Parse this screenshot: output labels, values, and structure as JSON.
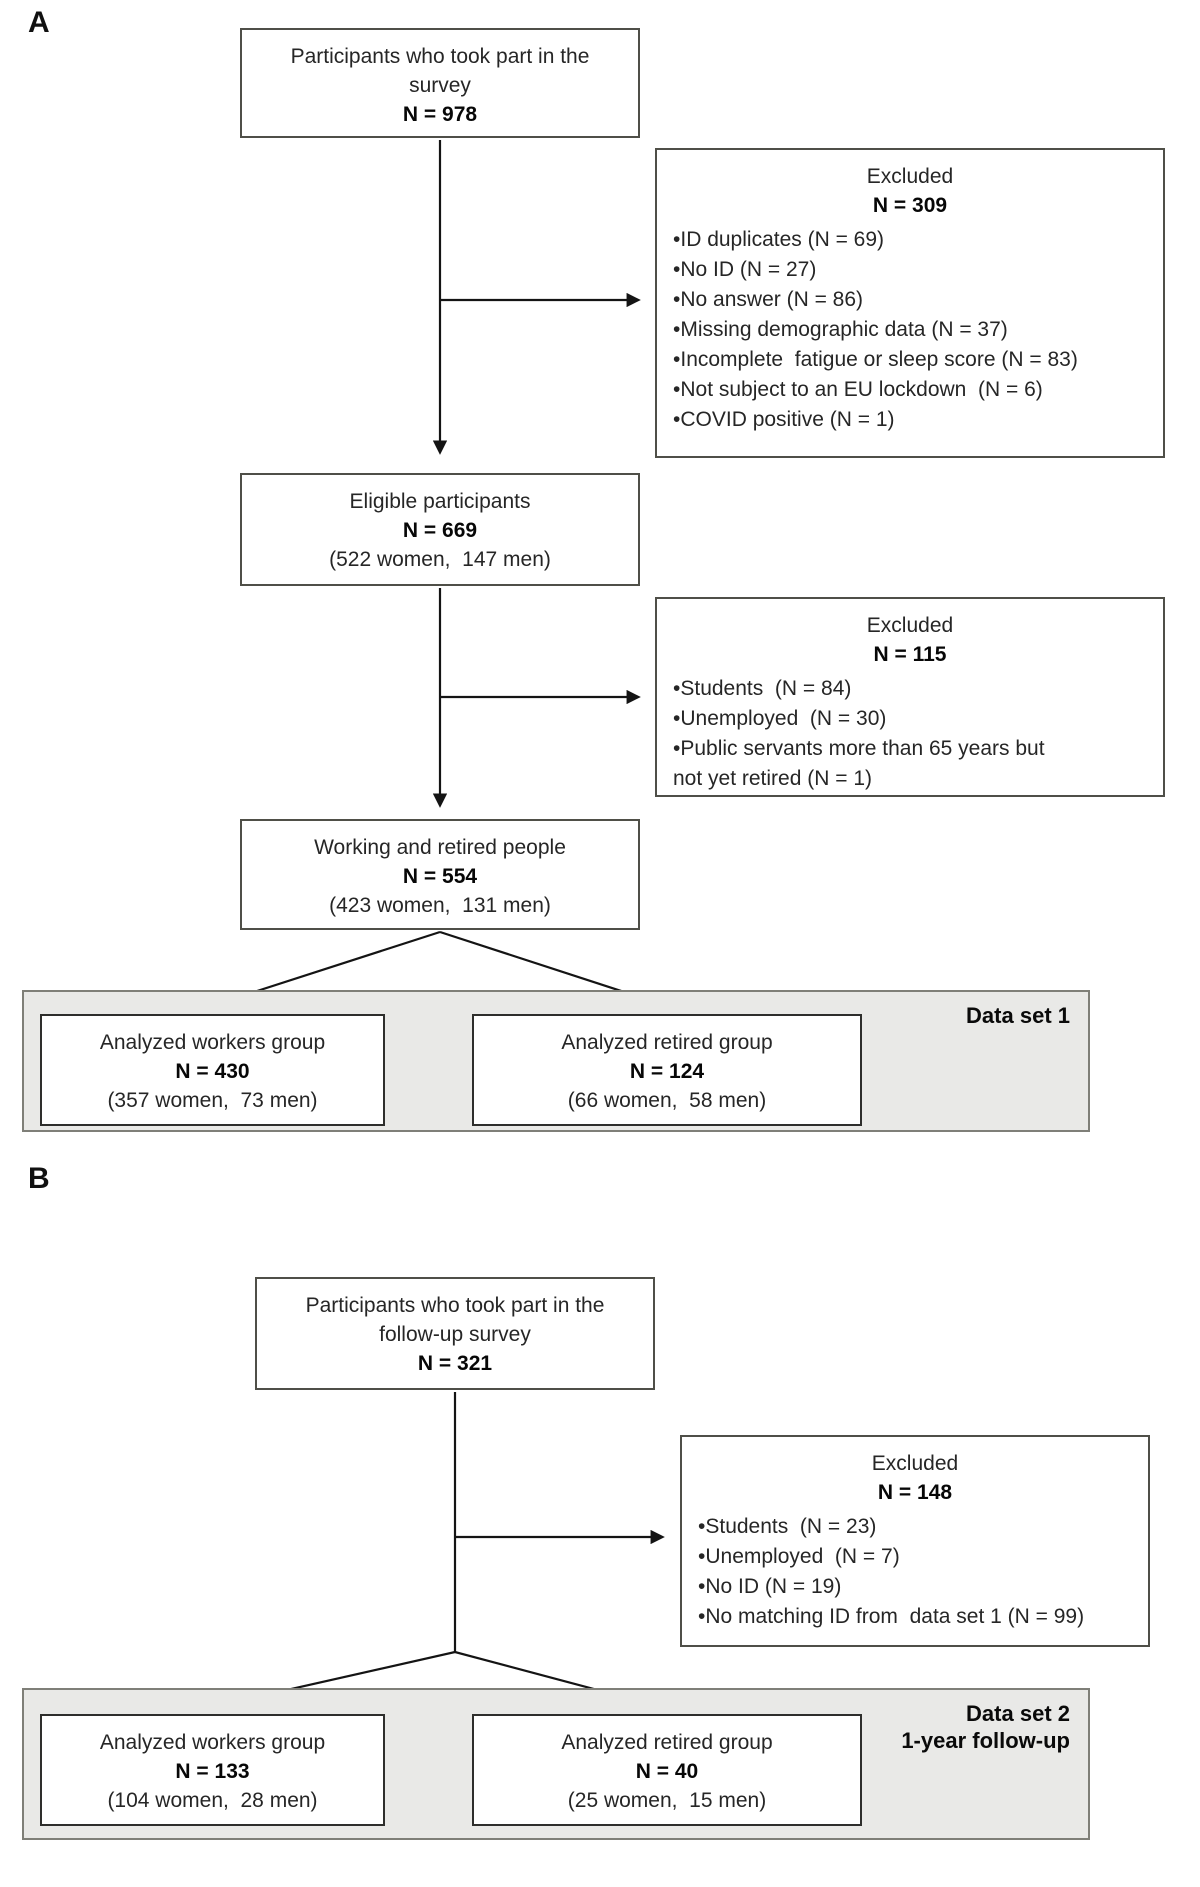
{
  "colors": {
    "box_border": "#4f4f48",
    "inner_border": "#2e2e2c",
    "gray_fill": "#e9e9e7",
    "gray_border": "#7f7f78",
    "arrow": "#141414"
  },
  "panel_a": {
    "label": "A",
    "top_box": {
      "line1": "Participants who took part in the",
      "line2": "survey",
      "n": "N = 978"
    },
    "excluded_1": {
      "title": "Excluded",
      "n": "N = 309",
      "items": [
        "ID duplicates (N = 69)",
        "No ID (N = 27)",
        "No answer (N = 86)",
        "Missing demographic data (N = 37)",
        "Incomplete  fatigue or sleep score (N = 83)",
        "Not subject to an EU lockdown  (N = 6)",
        "COVID positive (N = 1)"
      ]
    },
    "eligible_box": {
      "line1": "Eligible participants",
      "n": "N = 669",
      "line3": "(522 women,  147 men)"
    },
    "excluded_2": {
      "title": "Excluded",
      "n": "N = 115",
      "items": [
        "Students  (N = 84)",
        "Unemployed  (N = 30)",
        "Public servants more than 65 years but not yet retired (N = 1)"
      ]
    },
    "working_box": {
      "line1": "Working and retired people",
      "n": "N = 554",
      "line3": "(423 women,  131 men)"
    },
    "dataset_box": {
      "label": "Data set 1",
      "workers": {
        "line1": "Analyzed workers group",
        "n": "N = 430",
        "line3": "(357 women,  73 men)"
      },
      "retired": {
        "line1": "Analyzed retired group",
        "n": "N = 124",
        "line3": "(66 women,  58 men)"
      }
    }
  },
  "panel_b": {
    "label": "B",
    "top_box": {
      "line1": "Participants who took part in the",
      "line2": "follow-up survey",
      "n": "N = 321"
    },
    "excluded_1": {
      "title": "Excluded",
      "n": "N = 148",
      "items": [
        "Students  (N = 23)",
        "Unemployed  (N = 7)",
        "No ID (N = 19)",
        "No matching ID from  data set 1 (N = 99)"
      ]
    },
    "dataset_box": {
      "label_line1": "Data set 2",
      "label_line2": "1-year follow-up",
      "workers": {
        "line1": "Analyzed workers group",
        "n": "N = 133",
        "line3": "(104 women,  28 men)"
      },
      "retired": {
        "line1": "Analyzed retired group",
        "n": "N = 40",
        "line3": "(25 women,  15 men)"
      }
    }
  }
}
